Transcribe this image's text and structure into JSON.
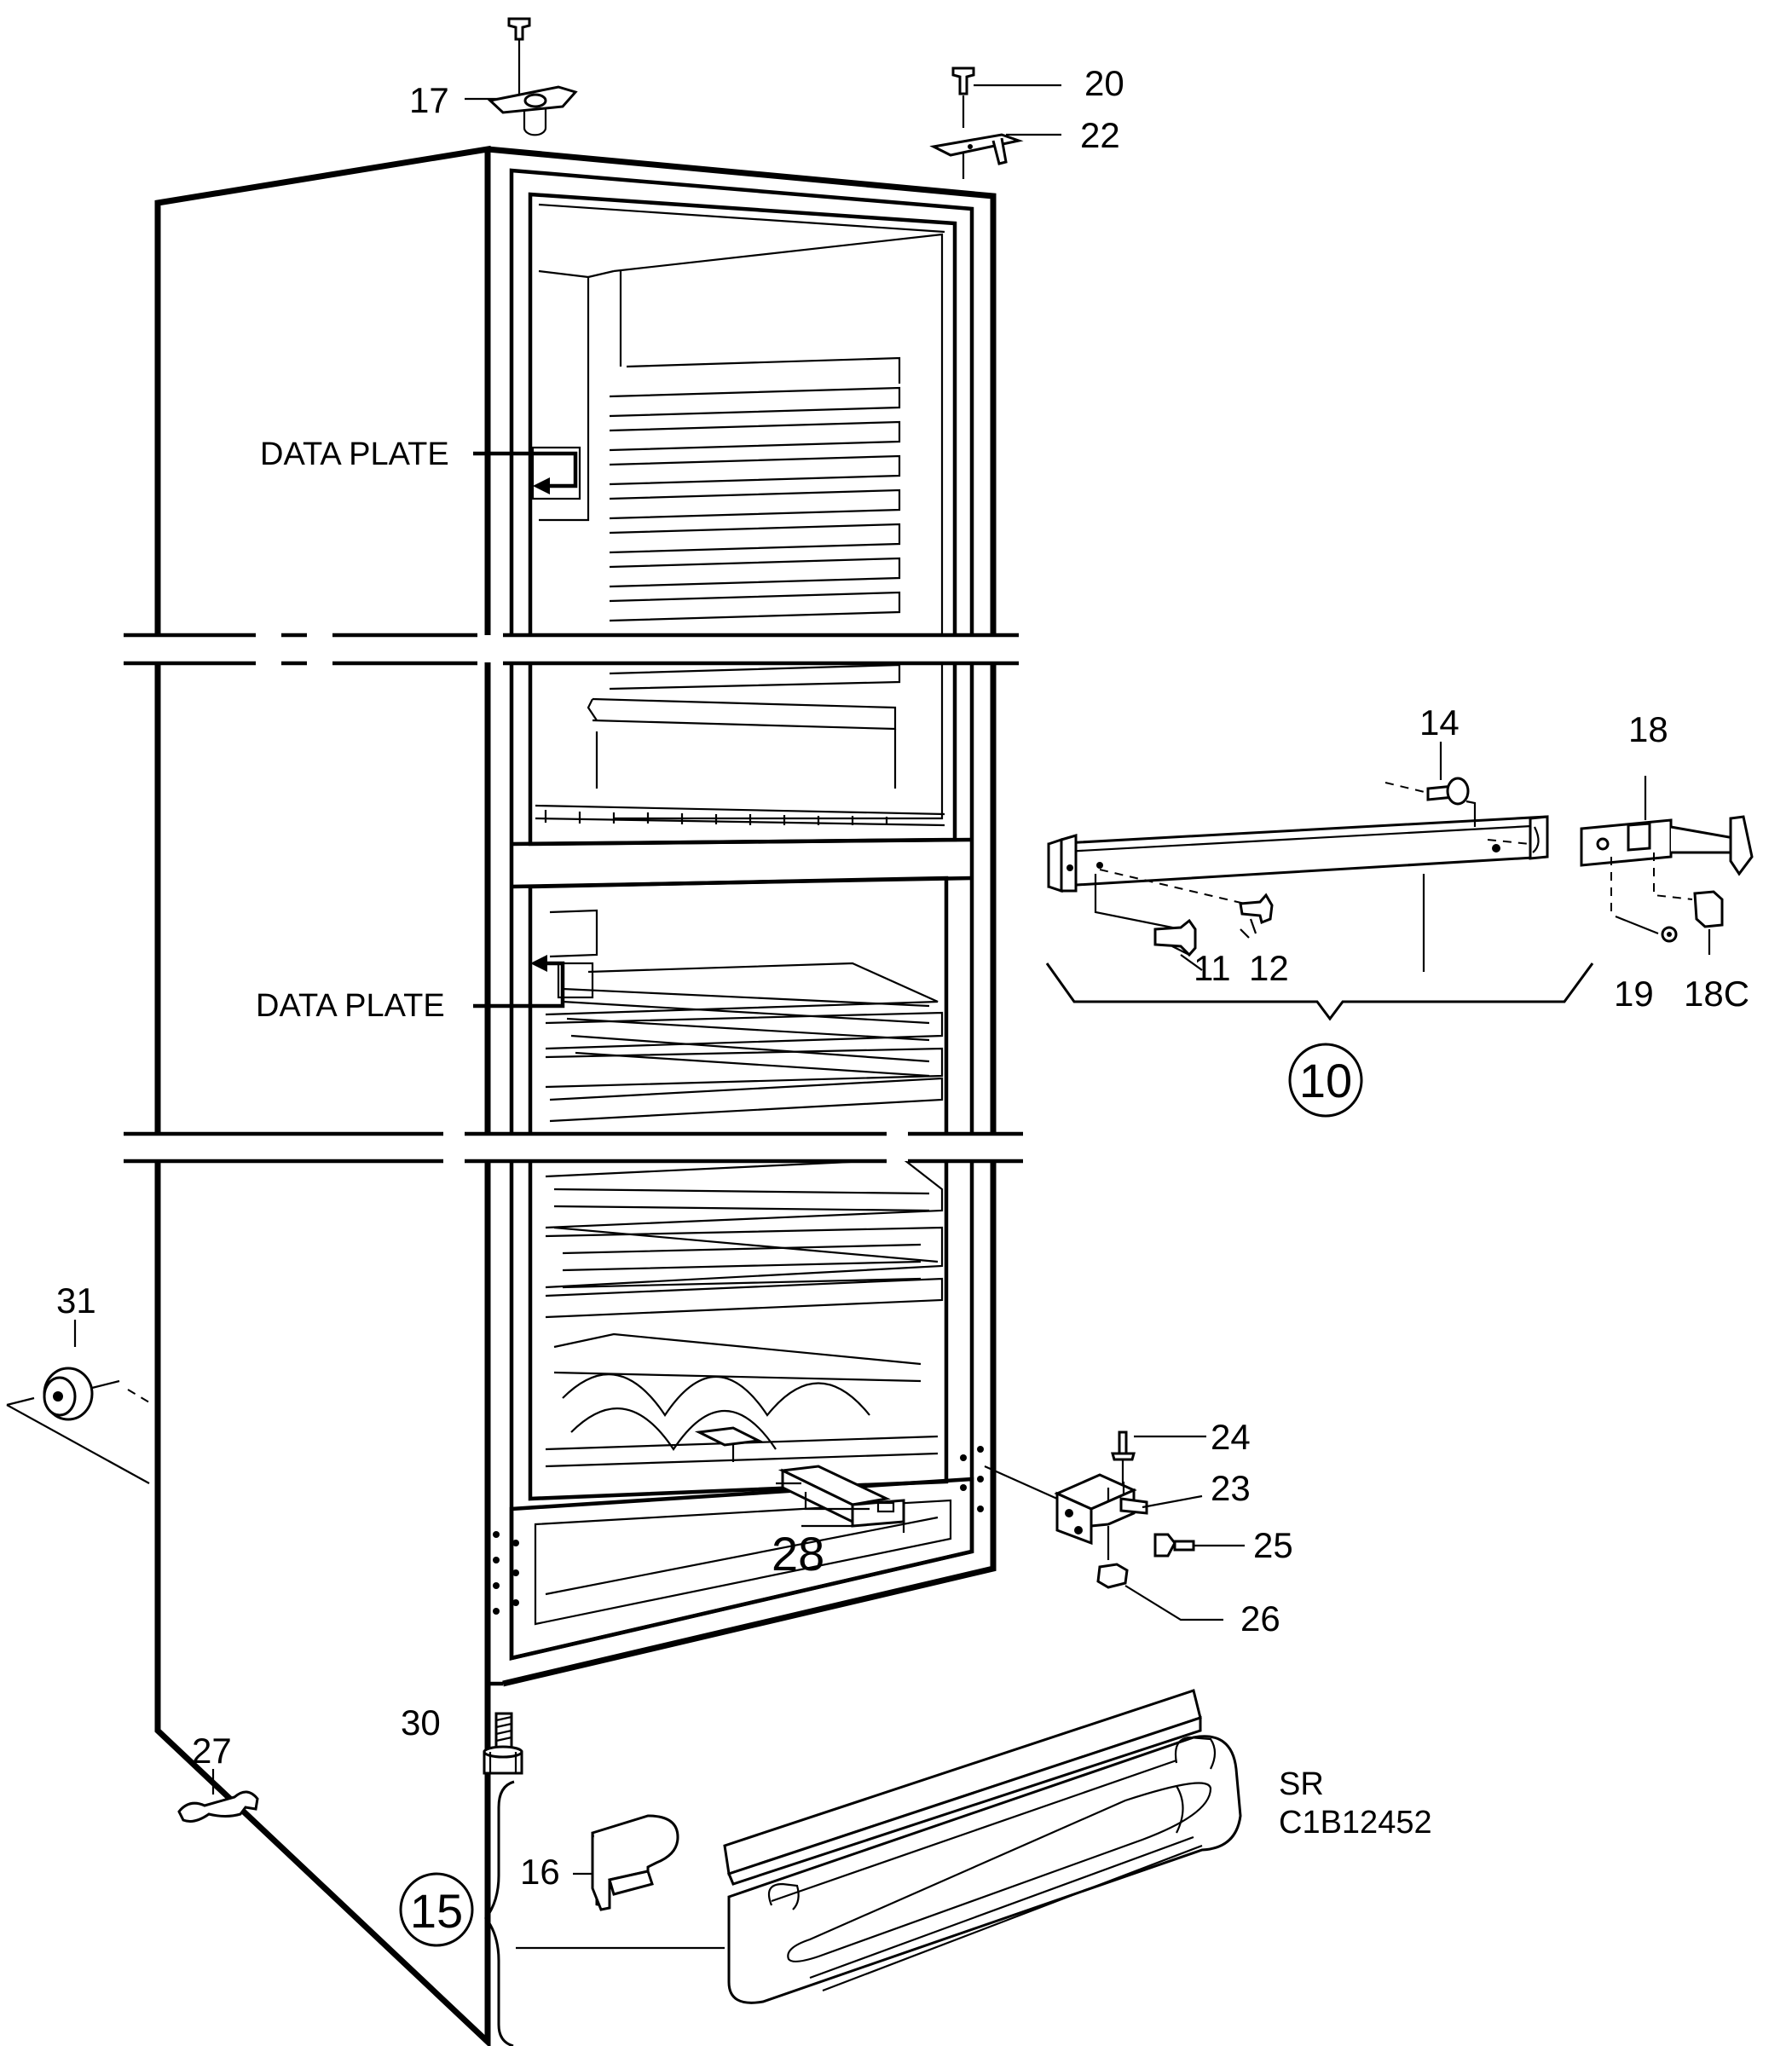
{
  "callouts": {
    "c17": "17",
    "c20": "20",
    "c22": "22",
    "c14": "14",
    "c18": "18",
    "c11": "11",
    "c12": "12",
    "c19": "19",
    "c18c": "18C",
    "c10": "10",
    "c31": "31",
    "c24": "24",
    "c23": "23",
    "c25": "25",
    "c26": "26",
    "c28": "28",
    "c30": "30",
    "c27": "27",
    "c16": "16",
    "c15": "15"
  },
  "data_plate_upper": "DATA PLATE",
  "data_plate_lower": "DATA PLATE",
  "drawing_code": {
    "line1": "SR",
    "line2": "C1B12452"
  }
}
